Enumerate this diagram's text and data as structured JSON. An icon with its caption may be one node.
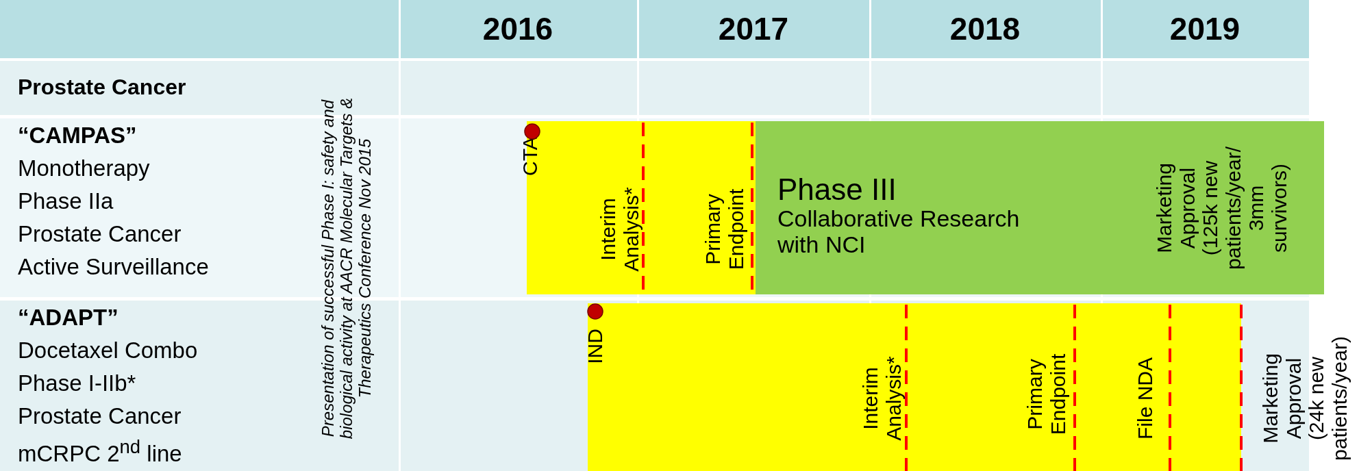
{
  "diagram": {
    "nodes": [
      {
        "text": [
          "CTA",
          "Interim Analysis*",
          "Primary Endpoint"
        ]
      },
      {
        "text": [
          "Phase III",
          "Collaborative Research with NCI",
          "Marketing Approval (125k new patients/year/ 3mm survivors)"
        ]
      },
      {
        "text": [
          "IND",
          "Interim Analysis*",
          "Primary Endpoint",
          "File NDA"
        ]
      }
    ],
    "labels": [
      "2016",
      "2017",
      "2018",
      "2019",
      "Prostate Cancer",
      "“CAMPAS”",
      "Monotherapy",
      "Phase IIa",
      "Prostate Cancer",
      "Active Surveillance",
      "Presentation of successful Phase I: safety and biological activity at AACR Molecular Targets & Therapeutics Conference Nov 2015",
      "“ADAPT”",
      "Docetaxel Combo",
      "Phase I-IIb*",
      "Prostate Cancer",
      "mCRPC 2$^{nd}$ line",
      "Marketing Approval (24k new patients/year)"
    ]
  }
}
